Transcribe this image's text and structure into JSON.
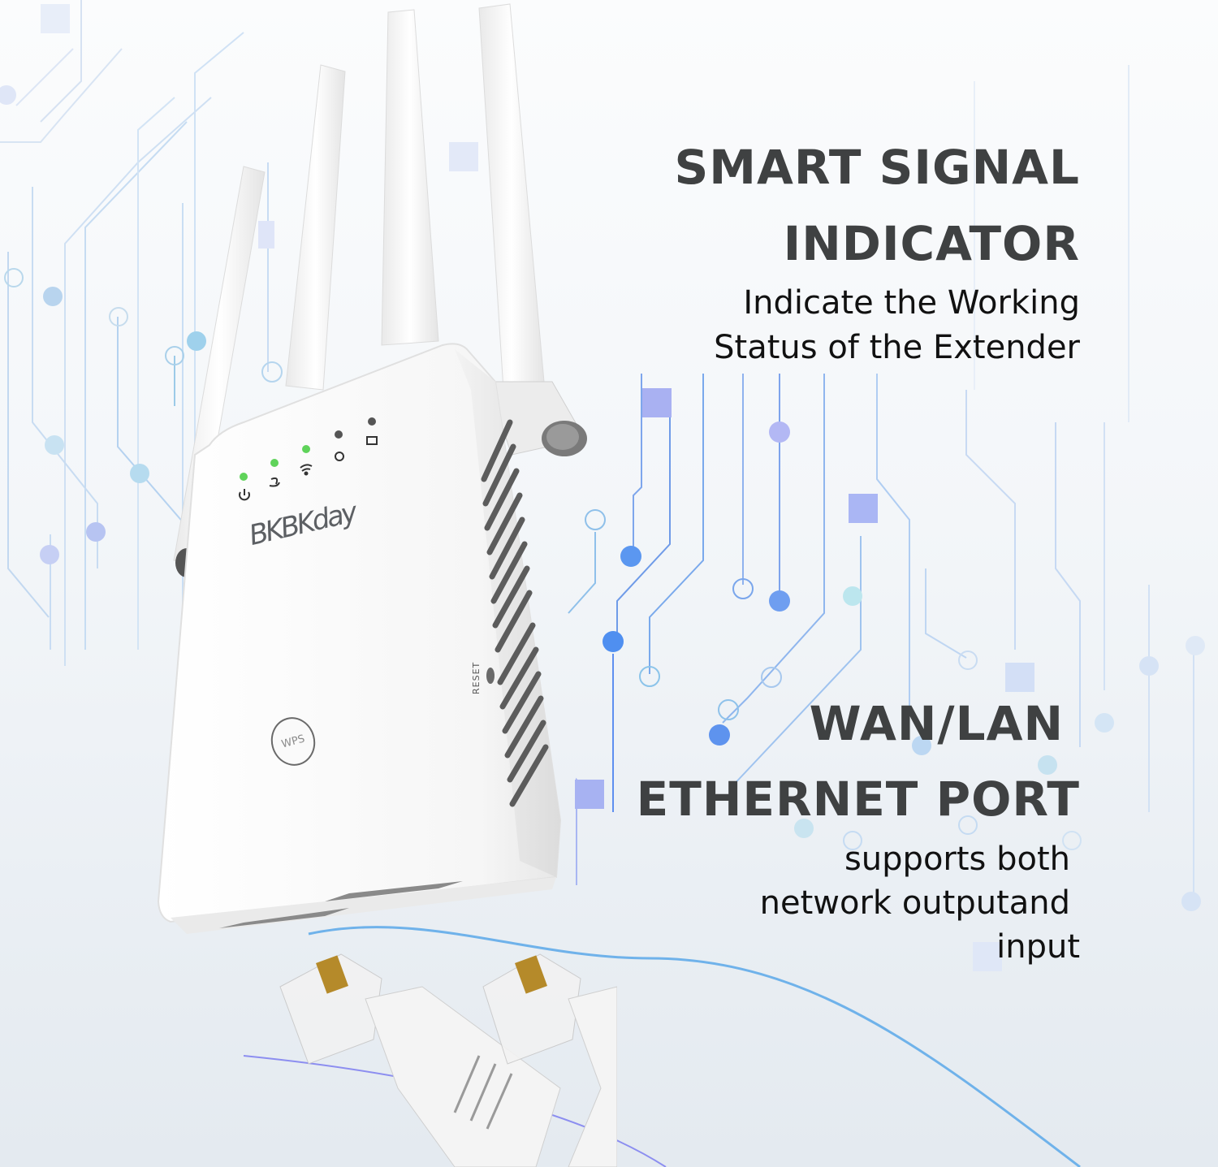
{
  "hero": {
    "section1": {
      "title_line1": "SMART SIGNAL",
      "title_line2": "INDICATOR",
      "desc_line1": "Indicate the Working",
      "desc_line2": "Status of the Extender"
    },
    "section2": {
      "title_line1": "WAN/LAN",
      "title_line2": "ETHERNET PORT",
      "desc_line1": "supports both",
      "desc_line2": "network outputand",
      "desc_line3": "input"
    }
  },
  "device": {
    "brand": "BKBKday",
    "wps_label": "WPS",
    "reset_label": "RESET",
    "leds": [
      {
        "name": "power",
        "icon": "power-icon",
        "state": "on",
        "color": "#5fd35a"
      },
      {
        "name": "link",
        "icon": "link-icon",
        "state": "on",
        "color": "#5fd35a"
      },
      {
        "name": "wifi",
        "icon": "wifi-icon",
        "state": "on",
        "color": "#5fd35a"
      },
      {
        "name": "wps",
        "icon": "wps-icon",
        "state": "off",
        "color": "#555555"
      },
      {
        "name": "lan",
        "icon": "lan-icon",
        "state": "off",
        "color": "#555555"
      }
    ],
    "antennas": 4,
    "ethernet_ports": 2,
    "cables": 2
  },
  "colors": {
    "heading": "#3f4142",
    "body_text": "#111111",
    "circuit_blue": "#5b8fe8",
    "circuit_light": "#a9c6f0",
    "circuit_violet": "#a6aef0",
    "led_green": "#5fd35a"
  }
}
